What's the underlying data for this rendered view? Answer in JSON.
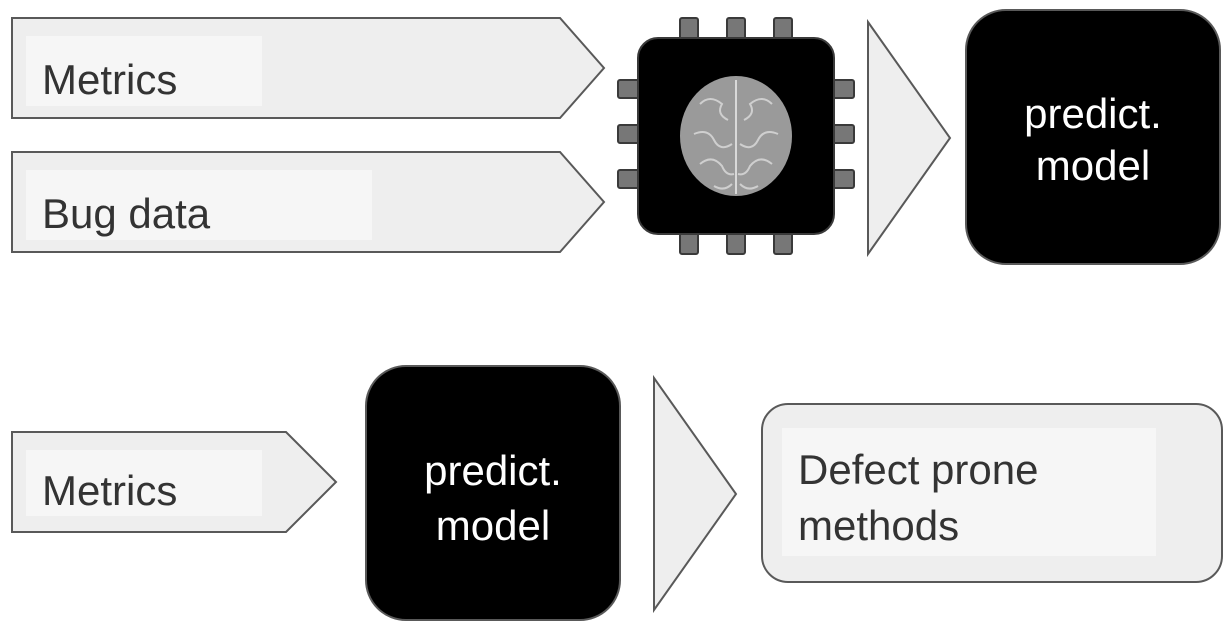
{
  "training": {
    "input1_label": "Metrics",
    "input2_label": "Bug data",
    "learner_icon": "brain-chip-icon",
    "output_line1": "predict.",
    "output_line2": "model"
  },
  "prediction": {
    "input_label": "Metrics",
    "model_line1": "predict.",
    "model_line2": "model",
    "result_line1": "Defect prone",
    "result_line2": "methods"
  },
  "colors": {
    "arrow_fill": "#eeeeee",
    "arrow_stroke": "#595959",
    "box_fill": "#000000",
    "result_fill": "#eeeeee"
  }
}
